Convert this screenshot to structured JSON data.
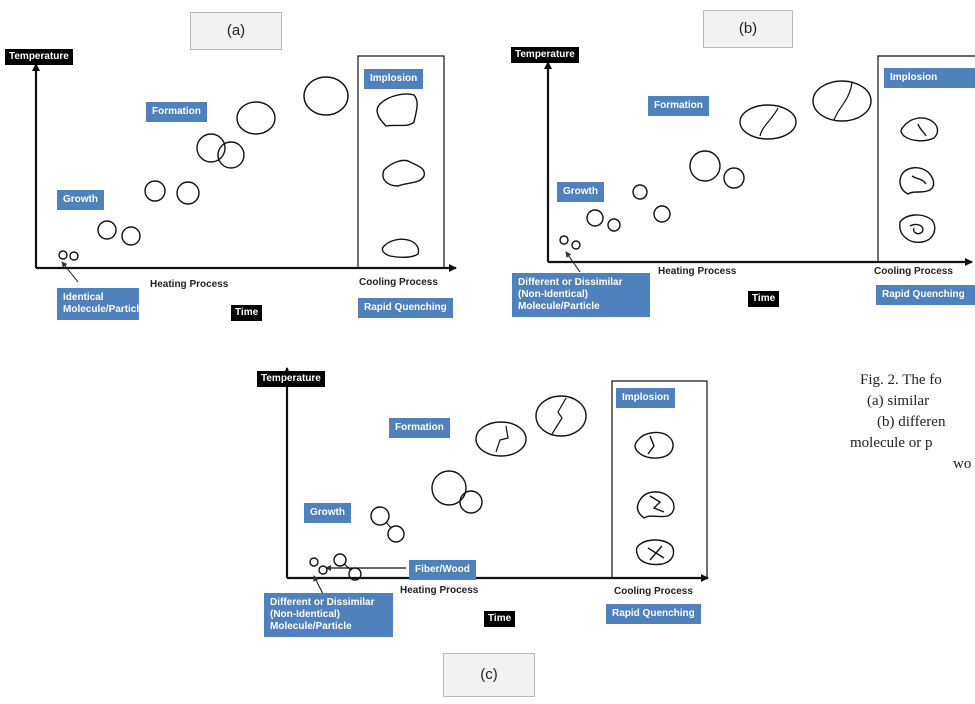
{
  "panels": {
    "a": {
      "tag": "(a)",
      "temperature": "Temperature",
      "formation": "Formation",
      "growth": "Growth",
      "implosion": "Implosion",
      "heating": "Heating Process",
      "cooling": "Cooling Process",
      "time": "Time",
      "quench": "Rapid Quenching",
      "molecule": "Identical\nMolecule/Particle"
    },
    "b": {
      "tag": "(b)",
      "temperature": "Temperature",
      "formation": "Formation",
      "growth": "Growth",
      "implosion": "Implosion",
      "heating": "Heating Process",
      "cooling": "Cooling Process",
      "time": "Time",
      "quench": "Rapid Quenching",
      "molecule": "Different or Dissimilar\n(Non-Identical)\nMolecule/Particle"
    },
    "c": {
      "tag": "(c)",
      "temperature": "Temperature",
      "formation": "Formation",
      "growth": "Growth",
      "implosion": "Implosion",
      "heating": "Heating Process",
      "cooling": "Cooling Process",
      "time": "Time",
      "quench": "Rapid Quenching",
      "molecule": "Different or Dissimilar\n(Non-Identical)\nMolecule/Particle",
      "fiber": "Fiber/Wood"
    }
  },
  "caption": {
    "line1": "Fig. 2. The fo",
    "line2": "(a) similar",
    "line3": "(b) differen",
    "line4": "molecule or p",
    "line5": "wo"
  }
}
